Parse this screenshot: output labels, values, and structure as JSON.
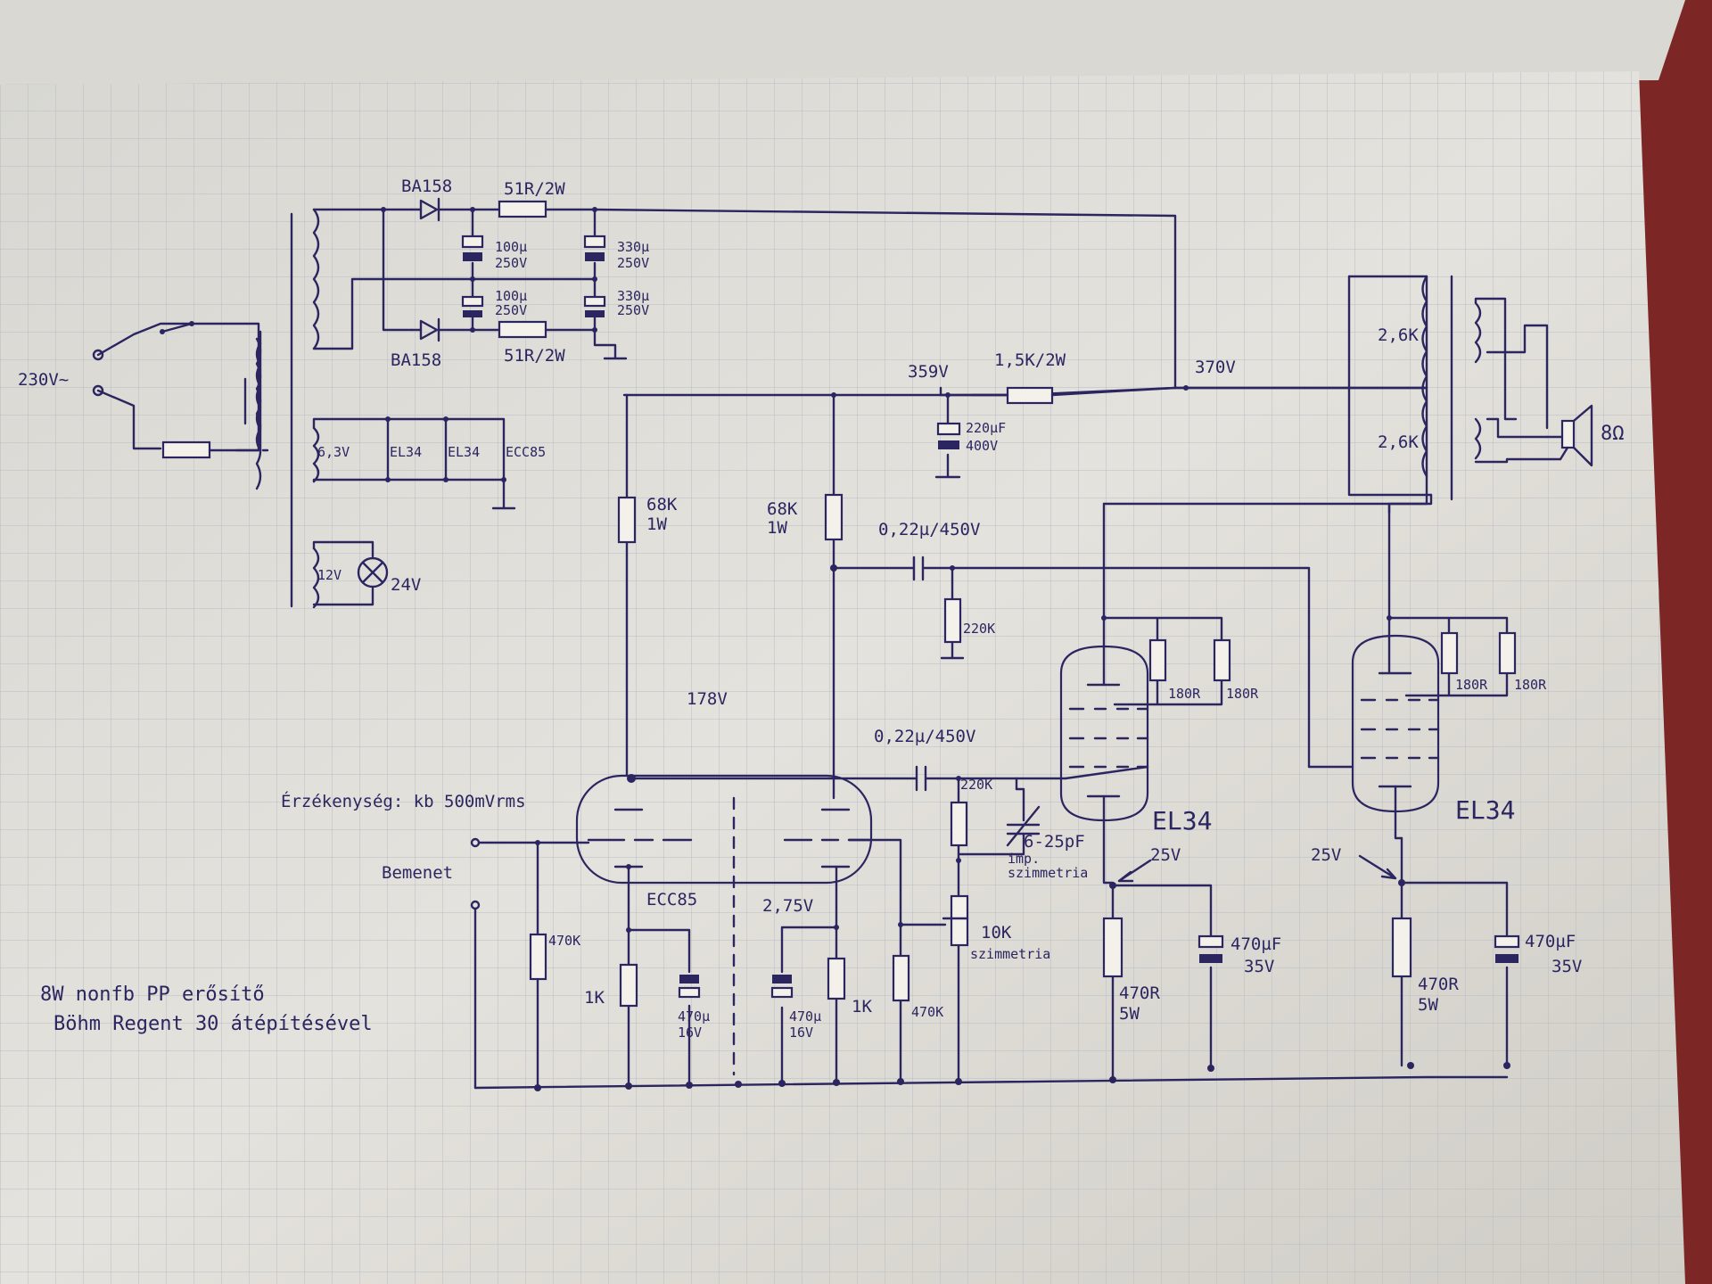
{
  "labels": {
    "mains": "230V~",
    "d1": "BA158",
    "d2": "BA158",
    "r1": "51R/2W",
    "r2": "51R/2W",
    "c1a": "100µ",
    "c1b": "250V",
    "c2a": "330µ",
    "c2b": "250V",
    "c3a": "100µ",
    "c3b": "250V",
    "c4a": "330µ",
    "c4b": "250V",
    "heat": "6,3V",
    "h1": "EL34",
    "h2": "EL34",
    "h3": "ECC85",
    "lamp_v": "12V",
    "lamp": "24V",
    "v359": "359V",
    "r_drop": "1,5K/2W",
    "v370": "370V",
    "cfa": "220µF",
    "cfb": "400V",
    "ra1a": "68K",
    "ra1b": "1W",
    "ra2a": "68K",
    "ra2b": "1W",
    "cc1": "0,22µ/450V",
    "rg1": "220K",
    "v178": "178V",
    "cc2": "0,22µ/450V",
    "rg2": "220K",
    "trim": "6-25pF",
    "imp1": "imp.",
    "imp2": "szimmetria",
    "sens": "Érzékenység: kb 500mVrms",
    "input": "Bemenet",
    "ecc85": "ECC85",
    "rin": "470K",
    "rk1": "1K",
    "ck1a": "470µ",
    "ck1b": "16V",
    "v275": "2,75V",
    "ck2a": "470µ",
    "ck2b": "16V",
    "rk2": "1K",
    "rg3": "470K",
    "pot_a": "10K",
    "pot_b": "szimmetria",
    "v25a": "25V",
    "v25b": "25V",
    "rka": "470R",
    "rkb": "5W",
    "rkc": "470R",
    "rkd": "5W",
    "cka": "470µF",
    "ckb": "35V",
    "ckc": "470µF",
    "ckd": "35V",
    "el34a": "EL34",
    "el34b": "EL34",
    "r180a": "180R",
    "r180b": "180R",
    "r180c": "180R",
    "r180d": "180R",
    "ot1": "2,6K",
    "ot2": "2,6K",
    "spk": "8Ω",
    "title1": "8W nonfb PP erősítő",
    "title2": "Böhm Regent 30 átépítésével"
  }
}
